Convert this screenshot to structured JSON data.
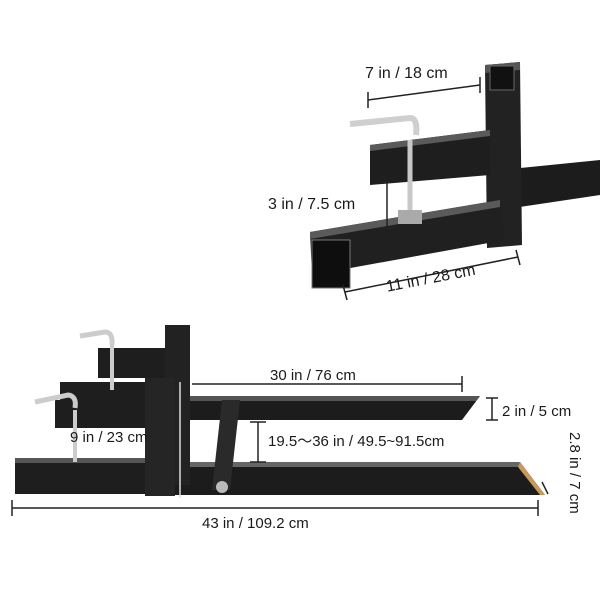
{
  "dimensions": {
    "clamp_length": "7 in / 18 cm",
    "clamp_gap": "3 in / 7.5 cm",
    "sleeve_length": "11 in / 28 cm",
    "fork_length": "30 in / 76 cm",
    "fork_width": "2 in / 5 cm",
    "upright_height": "9 in / 23 cm",
    "fork_spacing": "19.5～36 in / 49.5~91.5cm",
    "fork_tip_height": "2.8 in / 7 cm",
    "overall_length": "43 in / 109.2 cm"
  },
  "colors": {
    "steel": "#1c1c1c",
    "highlight": "#555555",
    "bolt": "#c8c8c8"
  }
}
